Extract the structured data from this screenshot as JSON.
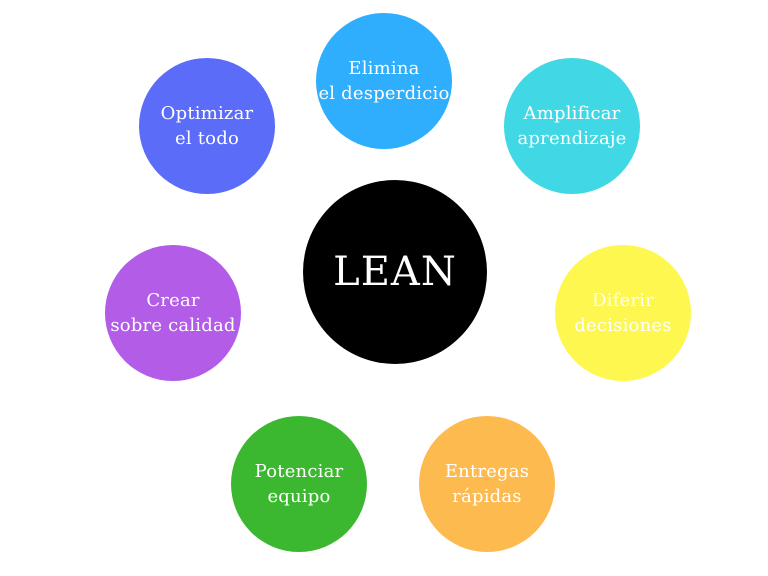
{
  "center": {
    "label": "LEAN",
    "color": "#000000"
  },
  "principles": [
    {
      "line1": "Elimina",
      "line2": "el desperdicio",
      "color": "#2eaefc"
    },
    {
      "line1": "Amplificar",
      "line2": "aprendizaje",
      "color": "#40d8e4"
    },
    {
      "line1": "Diferir",
      "line2": "decisiones",
      "color": "#fdf74f"
    },
    {
      "line1": "Entregas",
      "line2": "rápidas",
      "color": "#fdba4e"
    },
    {
      "line1": "Potenciar",
      "line2": "equipo",
      "color": "#3bb82f"
    },
    {
      "line1": "Crear",
      "line2": "sobre calidad",
      "color": "#b25ce8"
    },
    {
      "line1": "Optimizar",
      "line2": "el todo",
      "color": "#5a6cf8"
    }
  ]
}
